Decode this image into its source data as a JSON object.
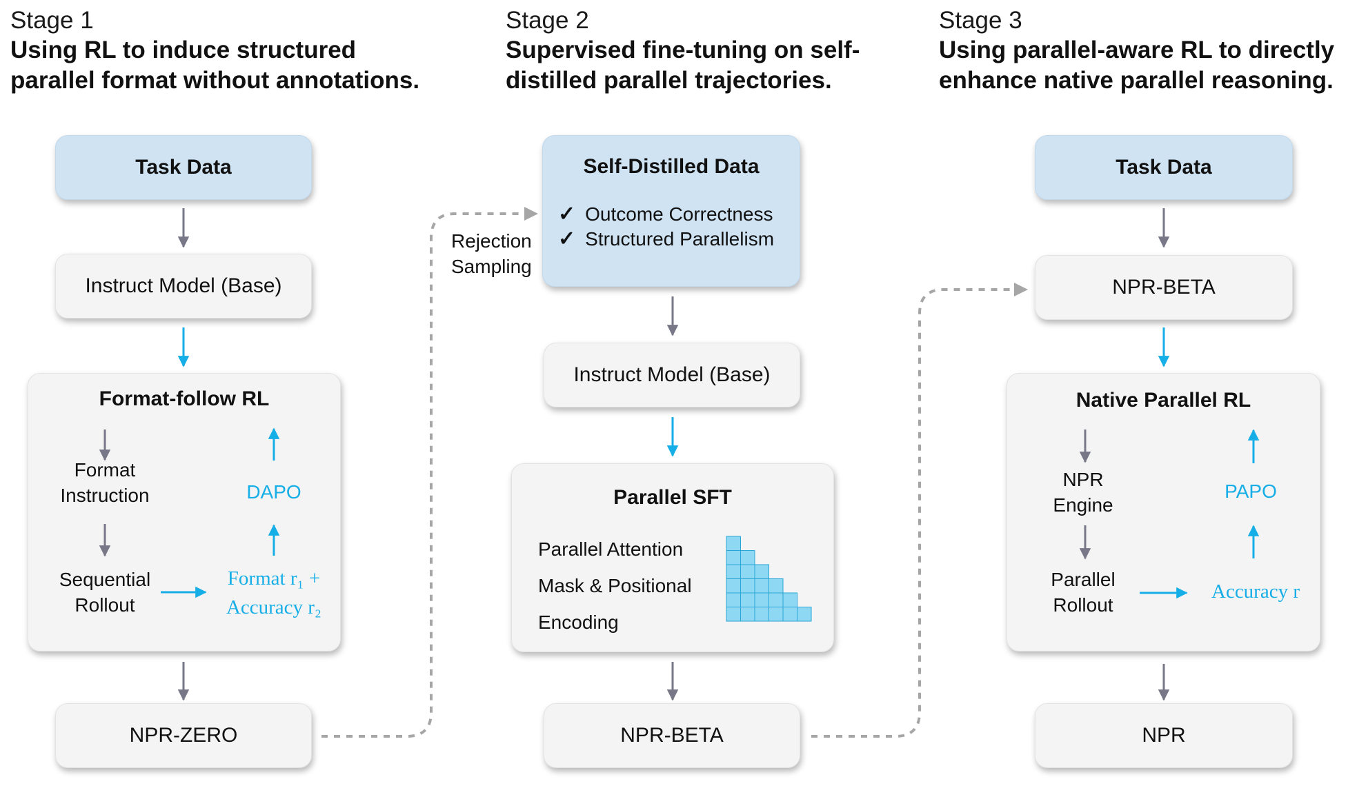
{
  "stages": [
    {
      "label": "Stage 1",
      "title_line1": "Using RL to induce structured",
      "title_line2": "parallel format without annotations.",
      "task_data": "Task Data",
      "model": "Instruct Model (Base)",
      "rl_box": {
        "title": "Format-follow RL",
        "step_a_line1": "Format",
        "step_a_line2": "Instruction",
        "step_b_line1": "Sequential",
        "step_b_line2": "Rollout",
        "reward_line1": "Format r₁ +",
        "reward_line2": "Accuracy r₂",
        "optimizer": "DAPO"
      },
      "output": "NPR-ZERO"
    },
    {
      "label": "Stage 2",
      "title_line1": "Supervised fine-tuning on self-",
      "title_line2": "distilled parallel trajectories.",
      "distilled_box": {
        "title": "Self-Distilled Data",
        "checks": [
          "Outcome Correctness",
          "Structured Parallelism"
        ],
        "check_mark": "✓"
      },
      "sampling_line1": "Rejection",
      "sampling_line2": "Sampling",
      "model": "Instruct Model (Base)",
      "sft_box": {
        "title": "Parallel SFT",
        "lines": [
          "Parallel Attention",
          "Mask & Positional",
          "Encoding"
        ]
      },
      "output": "NPR-BETA"
    },
    {
      "label": "Stage 3",
      "title_line1": "Using parallel-aware RL to directly",
      "title_line2": "enhance native parallel reasoning.",
      "task_data": "Task Data",
      "model": "NPR-BETA",
      "rl_box": {
        "title": "Native Parallel  RL",
        "step_a_line1": "NPR",
        "step_a_line2": "Engine",
        "step_b_line1": "Parallel",
        "step_b_line2": "Rollout",
        "reward": "Accuracy r",
        "optimizer": "PAPO"
      },
      "output": "NPR"
    }
  ],
  "colors": {
    "accent_cyan": "#16aee6",
    "arrow_gray": "#777788",
    "dashed_gray": "#a6a6a6",
    "blue_box": "#cfe3f3",
    "gray_box": "#f4f4f4",
    "mask_cell": "#8fd8f3"
  },
  "icons": {
    "attention_mask": "lower-triangular-grid-icon",
    "check": "check-icon"
  }
}
